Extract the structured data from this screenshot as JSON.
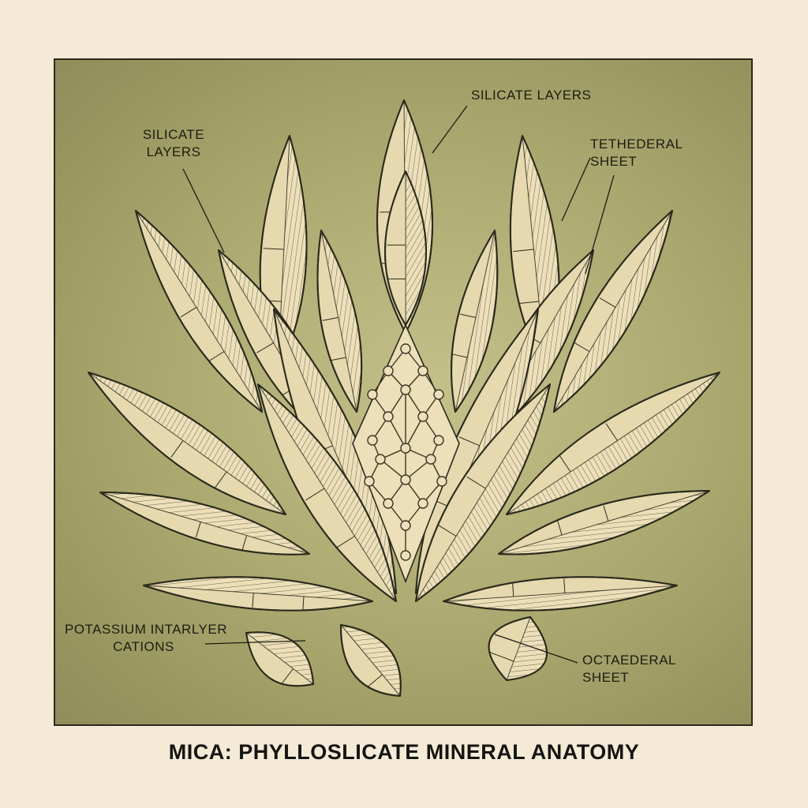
{
  "labels": {
    "top_center": "SILICATE LAYERS",
    "top_left_line1": "SILICATE",
    "top_left_line2": "LAYERS",
    "top_right_line1": "TETHEDERAL",
    "top_right_line2": "SHEET",
    "bottom_left_line1": "POTASSIUM INTARLYER",
    "bottom_left_line2": "CATIONS",
    "bottom_right_line1": "OCTAEDERAL",
    "bottom_right_line2": "SHEET"
  },
  "caption": "MICA: PHYLLOSLICATE MINERAL ANATOMY",
  "colors": {
    "page_background": "#f4ead6",
    "panel_green": "#a9a76e",
    "petal_cream": "#ecdfb9",
    "petal_shade": "#dccd9f",
    "ink": "#2a2a1c"
  },
  "icons": [
    "lotus-mica-illustration",
    "lattice-network"
  ]
}
